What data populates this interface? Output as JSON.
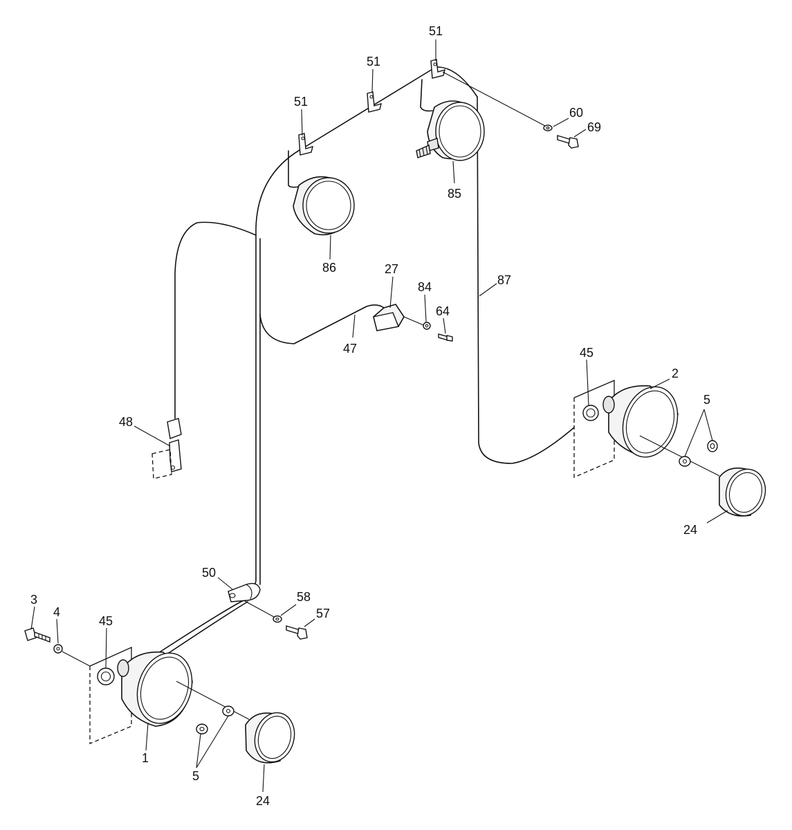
{
  "callouts": [
    {
      "key": "c51a",
      "text": "51"
    },
    {
      "key": "c51b",
      "text": "51"
    },
    {
      "key": "c51c",
      "text": "51"
    },
    {
      "key": "c60",
      "text": "60"
    },
    {
      "key": "c69",
      "text": "69"
    },
    {
      "key": "c85",
      "text": "85"
    },
    {
      "key": "c86",
      "text": "86"
    },
    {
      "key": "c87",
      "text": "87"
    },
    {
      "key": "c27",
      "text": "27"
    },
    {
      "key": "c84",
      "text": "84"
    },
    {
      "key": "c64",
      "text": "64"
    },
    {
      "key": "c47",
      "text": "47"
    },
    {
      "key": "c45r",
      "text": "45"
    },
    {
      "key": "c2",
      "text": "2"
    },
    {
      "key": "c5r",
      "text": "5"
    },
    {
      "key": "c48",
      "text": "48"
    },
    {
      "key": "c24r",
      "text": "24"
    },
    {
      "key": "c50",
      "text": "50"
    },
    {
      "key": "c58",
      "text": "58"
    },
    {
      "key": "c57",
      "text": "57"
    },
    {
      "key": "c3",
      "text": "3"
    },
    {
      "key": "c4",
      "text": "4"
    },
    {
      "key": "c45l",
      "text": "45"
    },
    {
      "key": "c1",
      "text": "1"
    },
    {
      "key": "c5l",
      "text": "5"
    },
    {
      "key": "c24l",
      "text": "24"
    }
  ]
}
